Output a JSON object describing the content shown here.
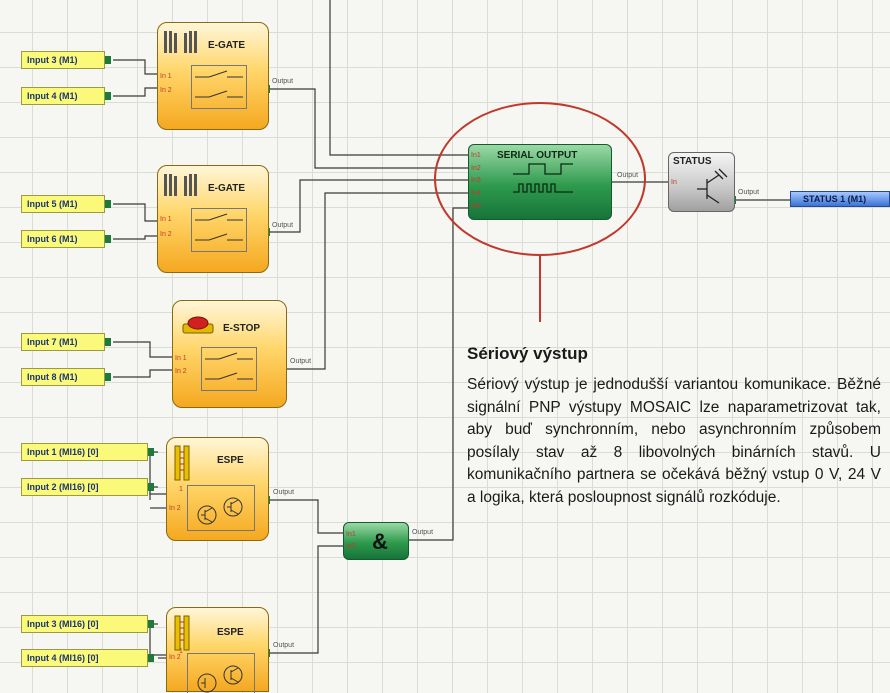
{
  "inputs": {
    "i1": "Input 3 (M1)",
    "i2": "Input 4 (M1)",
    "i3": "Input 5 (M1)",
    "i4": "Input 6 (M1)",
    "i5": "Input 7 (M1)",
    "i6": "Input 8 (M1)",
    "i7": "Input 1 (MI16) [0]",
    "i8": "Input 2 (MI16) [0]",
    "i9": "Input 3 (MI16) [0]",
    "i10": "Input 4 (MI16) [0]"
  },
  "blocks": {
    "egate1": "E-GATE",
    "egate2": "E-GATE",
    "estop": "E-STOP",
    "espe1": "ESPE",
    "espe2": "ESPE",
    "serial": "SERIAL OUTPUT",
    "status": "STATUS",
    "and": "&"
  },
  "pins": {
    "in1": "In 1",
    "in2": "In 2",
    "in": "In",
    "s1": "In1",
    "s2": "In2",
    "s3": "In3",
    "s4": "In4",
    "s5": "In5",
    "one": "1",
    "output": "Output"
  },
  "status_output": "STATUS 1 (M1)",
  "note": {
    "title": "Sériový výstup",
    "text": "Sériový výstup je jednodušší variantou komunikace. Běžné signální PNP výstupy MOSAIC lze naparametrizovat tak, aby buď synchronním, nebo asynchronním způsobem posílaly stav až 8 libovolných binárních stavů. U komunikačního partnera se očekává běžný vstup 0 V, 24 V a logika, která posloupnost signálů rozkóduje."
  },
  "colors": {
    "highlight": "#c0392b",
    "function_block": "#f5a820",
    "serial_block": "#2e9a4d",
    "input_label": "#fbf97a",
    "status_output": "#3c72d6"
  }
}
